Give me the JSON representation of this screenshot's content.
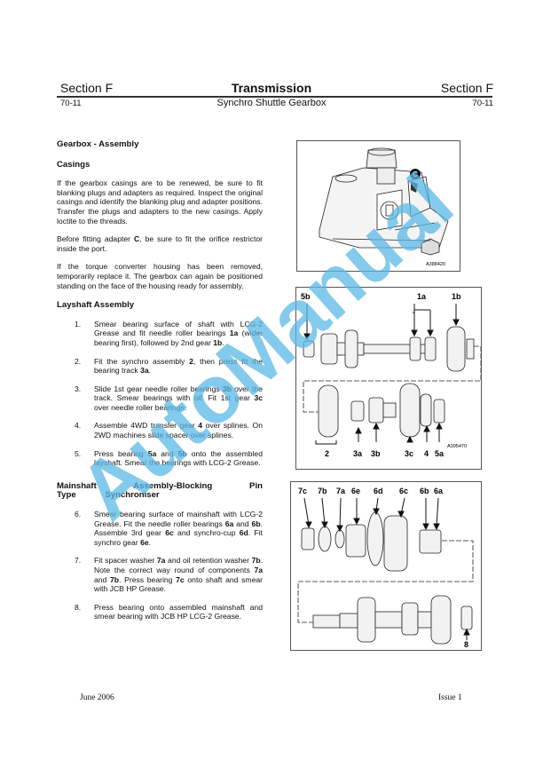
{
  "header": {
    "section_left": "Section F",
    "title": "Transmission",
    "section_right": "Section F",
    "page_left": "70-11",
    "subtitle": "Synchro Shuttle Gearbox",
    "page_right": "70-11"
  },
  "main_heading": "Gearbox - Assembly",
  "casings": {
    "heading": "Casings",
    "paragraphs": [
      [
        {
          "t": "If the gearbox casings are to be renewed, be sure to fit blanking plugs and adapters as required. Inspect the original casings and identify the blanking plug and adapter positions. Transfer the plugs and adapters to the new casings. Apply loctite to the threads."
        }
      ],
      [
        {
          "t": "Before fitting adapter "
        },
        {
          "t": "C",
          "b": true
        },
        {
          "t": ", be sure to fit the orifice restrictor inside the port."
        }
      ],
      [
        {
          "t": "If the torque converter housing has been removed, temporarily replace it. The gearbox can again be positioned standing on the face of the housing ready for assembly."
        }
      ]
    ]
  },
  "layshaft": {
    "heading": "Layshaft Assembly",
    "items": [
      {
        "num": "1.",
        "seg": [
          {
            "t": "Smear bearing surface of shaft with LCG-2 Grease and fit needle roller bearings "
          },
          {
            "t": "1a",
            "b": true
          },
          {
            "t": " (wider bearing first), followed by 2nd gear "
          },
          {
            "t": "1b",
            "b": true
          },
          {
            "t": "."
          }
        ]
      },
      {
        "num": "2.",
        "seg": [
          {
            "t": "Fit the synchro assembly "
          },
          {
            "t": "2",
            "b": true
          },
          {
            "t": ", then press fit the bearing track "
          },
          {
            "t": "3a",
            "b": true
          },
          {
            "t": "."
          }
        ]
      },
      {
        "num": "3.",
        "seg": [
          {
            "t": "Slide 1st gear needle roller bearings "
          },
          {
            "t": "3b",
            "b": true
          },
          {
            "t": " over the track. Smear bearings with oil. Fit 1st gear "
          },
          {
            "t": "3c",
            "b": true
          },
          {
            "t": " over needle roller bearings."
          }
        ]
      },
      {
        "num": "4.",
        "seg": [
          {
            "t": "Assemble 4WD transfer gear "
          },
          {
            "t": "4",
            "b": true
          },
          {
            "t": " over splines. On 2WD machines slide spacer over splines."
          }
        ]
      },
      {
        "num": "5.",
        "seg": [
          {
            "t": "Press bearing "
          },
          {
            "t": "5a",
            "b": true
          },
          {
            "t": " and "
          },
          {
            "t": "5b",
            "b": true
          },
          {
            "t": " onto the assembled layshaft. Smear the bearings with LCG-2 Grease."
          }
        ]
      }
    ]
  },
  "mainshaft": {
    "heading": "Mainshaft Assembly-Blocking Pin Type Synchroniser",
    "items": [
      {
        "num": "6.",
        "seg": [
          {
            "t": "Smear bearing surface of mainshaft with LCG-2 Grease. Fit the needle roller bearings "
          },
          {
            "t": "6a",
            "b": true
          },
          {
            "t": " and "
          },
          {
            "t": "6b",
            "b": true
          },
          {
            "t": ". Assemble 3rd gear "
          },
          {
            "t": "6c",
            "b": true
          },
          {
            "t": " and synchro-cup "
          },
          {
            "t": "6d",
            "b": true
          },
          {
            "t": ". Fit synchro gear "
          },
          {
            "t": "6e",
            "b": true
          },
          {
            "t": "."
          }
        ]
      },
      {
        "num": "7.",
        "seg": [
          {
            "t": "Fit spacer washer "
          },
          {
            "t": "7a",
            "b": true
          },
          {
            "t": " and oil retention washer "
          },
          {
            "t": "7b",
            "b": true
          },
          {
            "t": ". Note the correct way round of components "
          },
          {
            "t": "7a",
            "b": true
          },
          {
            "t": " and "
          },
          {
            "t": "7b",
            "b": true
          },
          {
            "t": ". Press bearing "
          },
          {
            "t": "7c",
            "b": true
          },
          {
            "t": " onto shaft and smear with JCB HP Grease."
          }
        ]
      },
      {
        "num": "8.",
        "seg": [
          {
            "t": "Press bearing onto assembled mainshaft and smear bearing with JCB HP LCG-2 Grease."
          }
        ]
      }
    ]
  },
  "figures": {
    "casing": {
      "callout": "C",
      "code": "A388420"
    },
    "layshaft": {
      "labels": {
        "l5b": "5b",
        "l1a": "1a",
        "l1b": "1b",
        "l2": "2",
        "l3a": "3a",
        "l3b": "3b",
        "l3c": "3c",
        "l4": "4",
        "l5a": "5a"
      },
      "code": "A395470"
    },
    "mainshaft": {
      "labels": {
        "l7c": "7c",
        "l7b": "7b",
        "l7a": "7a",
        "l6e": "6e",
        "l6d": "6d",
        "l6c": "6c",
        "l6b": "6b",
        "l6a": "6a",
        "l8": "8"
      }
    }
  },
  "footer": {
    "date": "June 2006",
    "issue": "Issue 1"
  },
  "watermark": "AutoManual",
  "colors": {
    "watermark": "#5ab8e6"
  }
}
